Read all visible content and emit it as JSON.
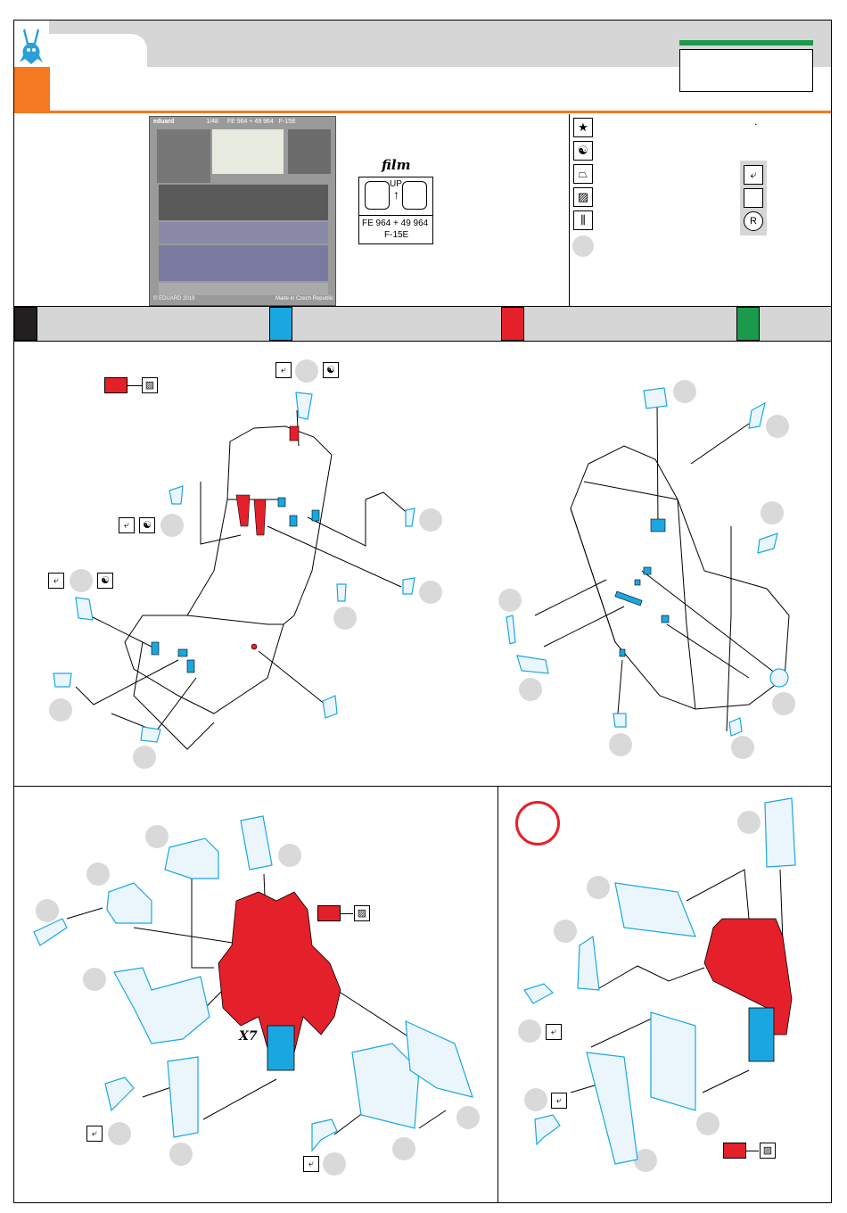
{
  "header": {
    "code_box_label": "",
    "accent_colors": {
      "orange": "#f47920",
      "green": "#1a9a4a",
      "gray": "#d3d3d3"
    }
  },
  "fret": {
    "scale": "1/48",
    "code": "FE 964 + 49 964",
    "type": "F-15E",
    "brand": "eduard",
    "copyright": "© EDUARD 2019",
    "origin": "Made in Czech Republic"
  },
  "film": {
    "title": "film",
    "up_label": "UP",
    "code": "FE 964 + 49 964",
    "type": "F-15E"
  },
  "legend": {
    "dot_mark": "˙",
    "r_label": "R"
  },
  "color_swatches": [
    "#231f20",
    "#1aa7e1",
    "#e4202a",
    "#1a9a4a"
  ],
  "panels": {
    "bottom_left_multiplier": "X7"
  }
}
